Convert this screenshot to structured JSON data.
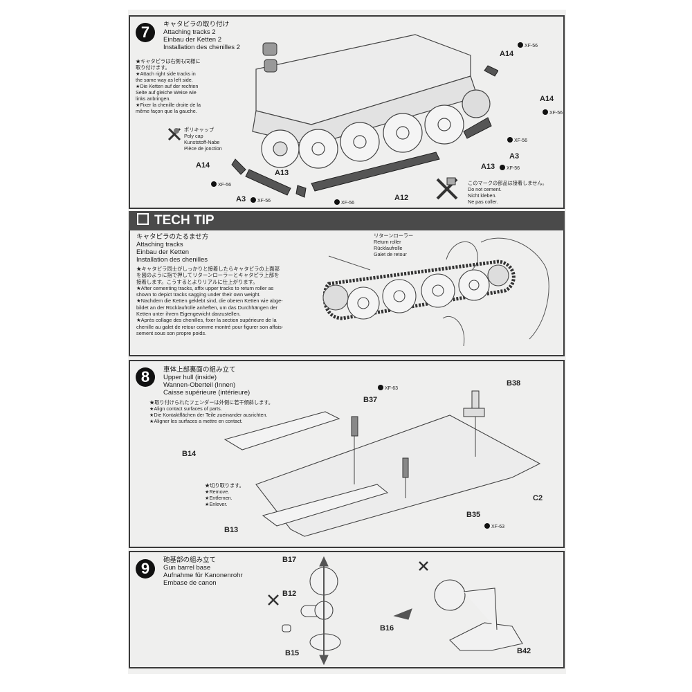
{
  "step7": {
    "number": "7",
    "title_ja": "キャタピラの取り付け",
    "title_en": "Attaching tracks 2",
    "title_de": "Einbau der Ketten 2",
    "title_fr": "Installation des chenilles 2",
    "notes": [
      "★キャタピラは右側も同様に",
      "取り付けます。",
      "★Attach right side tracks in",
      "the same way as left side.",
      "★Die Ketten auf der rechten",
      "Seite auf gleiche Weise wie",
      "links anbringen.",
      "★Fixer la chenille droite de la",
      "même façon que la gauche."
    ],
    "polycap": [
      "ポリキャップ",
      "Poly cap",
      "Kunststoff-Nabe",
      "Pièce de jonction"
    ],
    "no_cement": [
      "このマークの部品は接着しません。",
      "Do not cement.",
      "Nicht kleben.",
      "Ne pas coller."
    ],
    "labels": {
      "a14_top": "A14",
      "a14_right": "A14",
      "a3_right": "A3",
      "a13_right": "A13",
      "a14_left": "A14",
      "a13_left": "A13",
      "a3_left": "A3",
      "a12": "A12"
    },
    "paint": "XF-56"
  },
  "tech_tip": {
    "header": "TECH TIP",
    "title_ja": "キャタピラのたるませ方",
    "title_en": "Attaching tracks",
    "title_de": "Einbau der Ketten",
    "title_fr": "Installation des chenilles",
    "notes": [
      "★キャタピラ同士がしっかりと接着したらキャタピラの上面部",
      "を図のように指で押してリターンローラーとキャタピラ上部を",
      "接着します。こうするとよりリアルに仕上がります。",
      "★After cementing tracks, affix upper tracks to return roller as",
      "shown to depict tracks sagging under their own weight.",
      "★Nachdem die Ketten geklebt sind, die oberen Ketten wie abge-",
      "bildet an der Rücklaufrolle anheften, um das Durchhängen der",
      "Ketten unter ihrem Eigengewicht darzustellen.",
      "★Après collage des chenilles, fixer la section supérieure de la",
      "chenille au galet de retour comme montré pour figurer son affais-",
      "sement sous son propre poids."
    ],
    "return_roller": [
      "リターンローラー",
      "Return roller",
      "Rücklaufrolle",
      "Galet de retour"
    ]
  },
  "step8": {
    "number": "8",
    "title_ja": "車体上部裏面の組み立て",
    "title_en": "Upper hull (inside)",
    "title_de": "Wannen-Oberteil (Innen)",
    "title_fr": "Caisse supérieure (intérieure)",
    "notes": [
      "★取り付けられたフェンダーは外側に若干傾斜します。",
      "★Align contact surfaces of parts.",
      "★Die Kontaktflächen der Teile zueinander ausrichten.",
      "★Aligner les surfaces a mettre en contact."
    ],
    "remove": [
      "★切り取ります。",
      "★Remove.",
      "★Entfernen.",
      "★Enlever."
    ],
    "labels": {
      "b37": "B37",
      "b38": "B38",
      "b14": "B14",
      "b13": "B13",
      "b35": "B35",
      "c2": "C2"
    },
    "paint": "XF-63"
  },
  "step9": {
    "number": "9",
    "title_ja": "砲基部の組み立て",
    "title_en": "Gun barrel base",
    "title_de": "Aufnahme für Kanonenrohr",
    "title_fr": "Embase de canon",
    "labels": {
      "b17": "B17",
      "b12": "B12",
      "b16": "B16",
      "b15": "B15",
      "b42": "B42"
    }
  }
}
